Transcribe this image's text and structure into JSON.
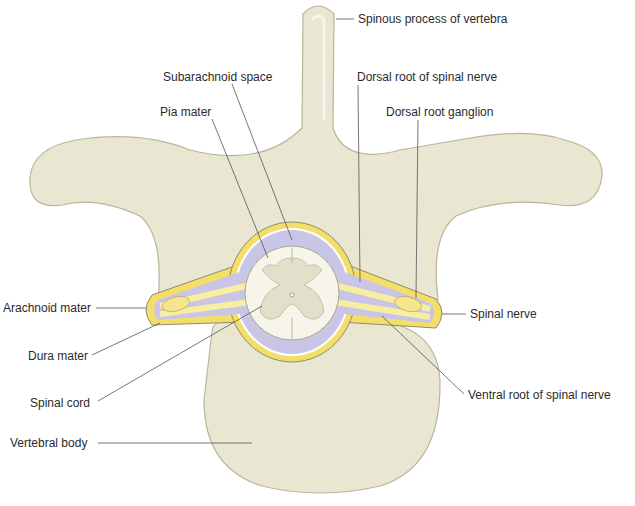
{
  "diagram": {
    "labels": [
      "Spinous process of vertebra",
      "Subarachnoid space",
      "Dorsal root of spinal nerve",
      "Pia mater",
      "Dorsal root ganglion",
      "Arachnoid mater",
      "Spinal nerve",
      "Dura mater",
      "Ventral root of spinal nerve",
      "Spinal cord",
      "Vertebral body"
    ]
  }
}
